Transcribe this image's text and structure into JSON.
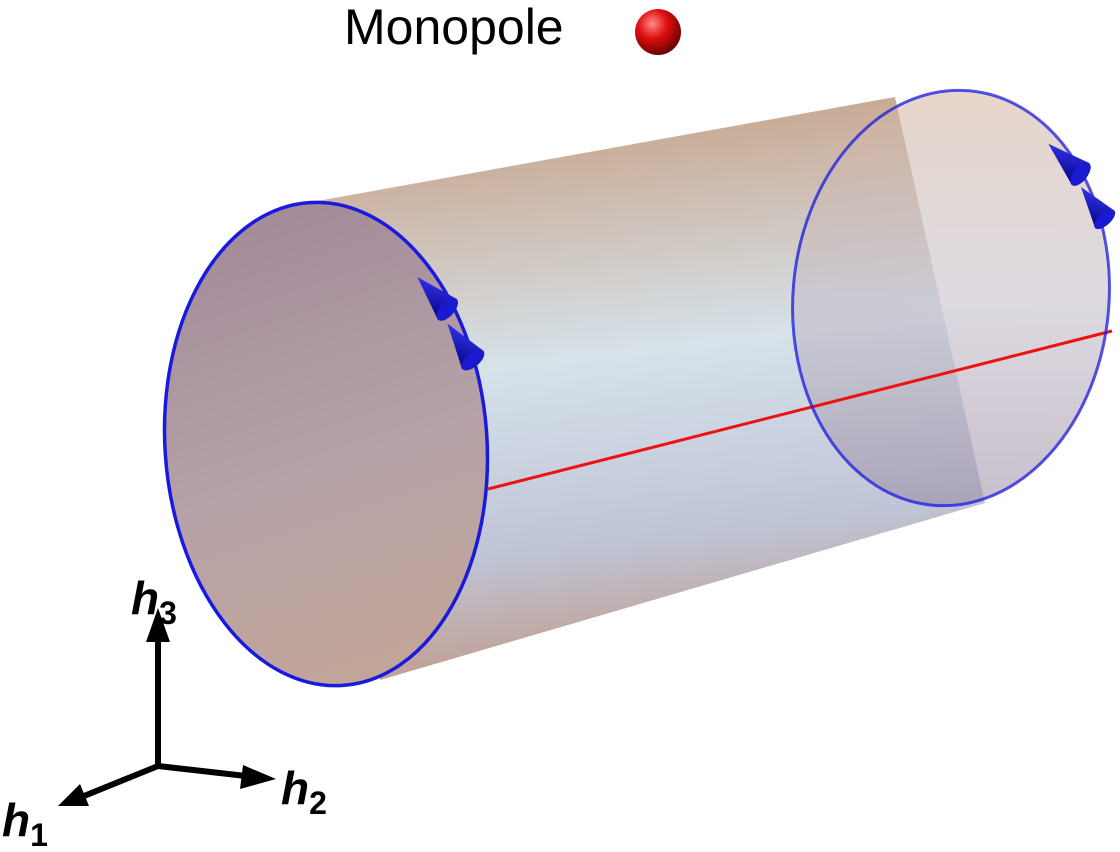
{
  "legend": {
    "label": "Monopole",
    "marker": "red-sphere"
  },
  "axes": [
    {
      "id": "h1",
      "letter": "h",
      "subscript": "1"
    },
    {
      "id": "h2",
      "letter": "h",
      "subscript": "2"
    },
    {
      "id": "h3",
      "letter": "h",
      "subscript": "3"
    }
  ],
  "colors": {
    "loop": "#1a1adf",
    "string": "#ee1111",
    "arrow": "#1010c8",
    "monopole": "#dd1111",
    "axis": "#000000"
  }
}
